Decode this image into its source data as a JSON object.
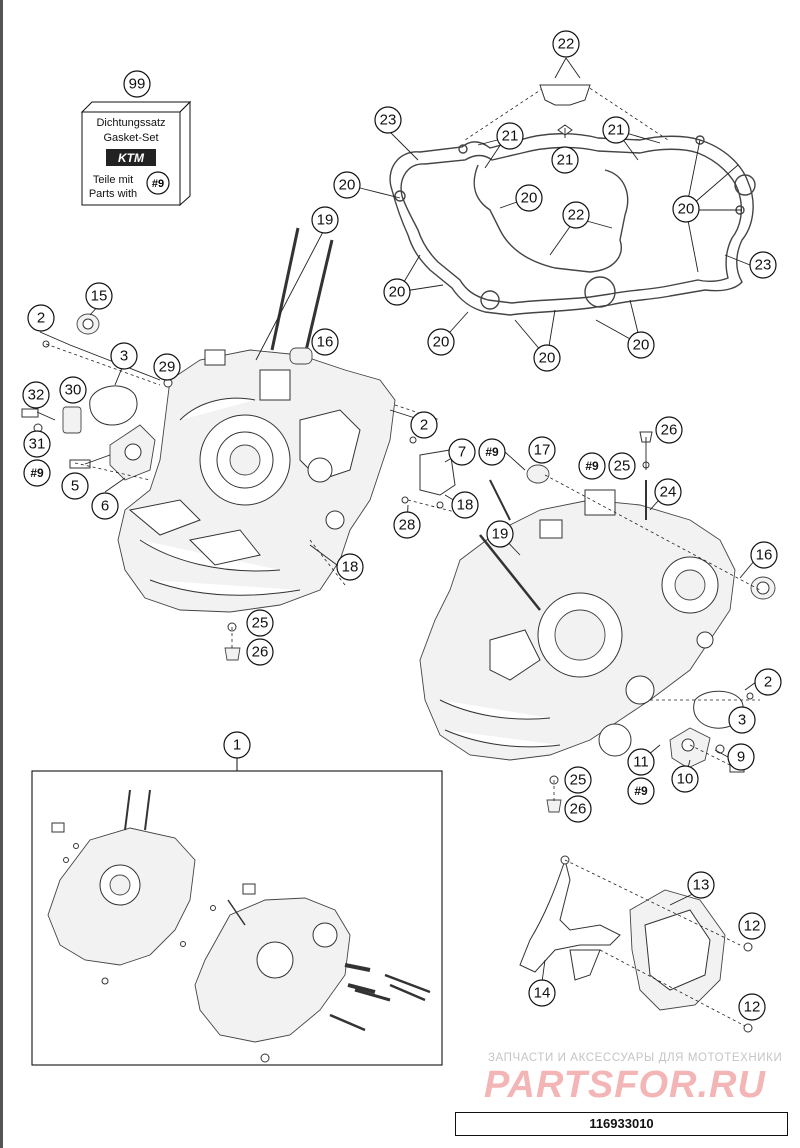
{
  "kit": {
    "number": "99",
    "line1": "Dichtungssatz",
    "line2": "Gasket-Set",
    "logo": "KTM",
    "line3": "Teile mit",
    "line4": "Parts with",
    "ref": "#9"
  },
  "callouts": [
    {
      "label": "99"
    },
    {
      "label": "22"
    },
    {
      "label": "23"
    },
    {
      "label": "21"
    },
    {
      "label": "21"
    },
    {
      "label": "21"
    },
    {
      "label": "20"
    },
    {
      "label": "20"
    },
    {
      "label": "22"
    },
    {
      "label": "20"
    },
    {
      "label": "23"
    },
    {
      "label": "20"
    },
    {
      "label": "20"
    },
    {
      "label": "20"
    },
    {
      "label": "20"
    },
    {
      "label": "19"
    },
    {
      "label": "15"
    },
    {
      "label": "2"
    },
    {
      "label": "16"
    },
    {
      "label": "3"
    },
    {
      "label": "29"
    },
    {
      "label": "32"
    },
    {
      "label": "30"
    },
    {
      "label": "31"
    },
    {
      "label": "#9"
    },
    {
      "label": "5"
    },
    {
      "label": "6"
    },
    {
      "label": "2"
    },
    {
      "label": "7"
    },
    {
      "label": "#9"
    },
    {
      "label": "17"
    },
    {
      "label": "26"
    },
    {
      "label": "#9"
    },
    {
      "label": "25"
    },
    {
      "label": "24"
    },
    {
      "label": "18"
    },
    {
      "label": "28"
    },
    {
      "label": "19"
    },
    {
      "label": "16"
    },
    {
      "label": "18"
    },
    {
      "label": "25"
    },
    {
      "label": "26"
    },
    {
      "label": "2"
    },
    {
      "label": "3"
    },
    {
      "label": "1"
    },
    {
      "label": "9"
    },
    {
      "label": "11"
    },
    {
      "label": "10"
    },
    {
      "label": "#9"
    },
    {
      "label": "25"
    },
    {
      "label": "26"
    },
    {
      "label": "13"
    },
    {
      "label": "12"
    },
    {
      "label": "14"
    },
    {
      "label": "12"
    }
  ],
  "watermark": {
    "subtitle": "ЗАПЧАСТИ И АКСЕССУАРЫ ДЛЯ МОТОТЕХНИКИ",
    "brand": "PARTSFOR.RU"
  },
  "catalog_number": "116933010"
}
